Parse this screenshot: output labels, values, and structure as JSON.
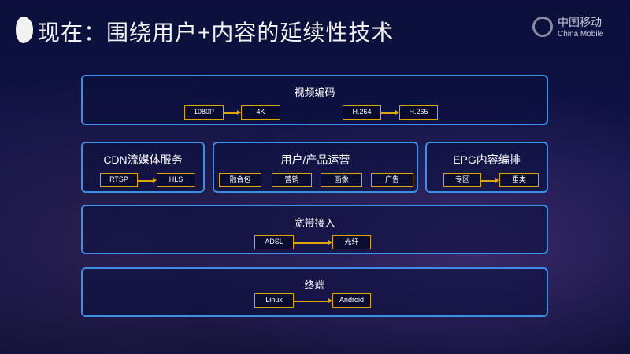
{
  "header": {
    "title": "现在：围绕用户+内容的延续性技术",
    "brand_cn": "中国移动",
    "brand_en": "China Mobile"
  },
  "video": {
    "title": "视频编码",
    "chips": [
      "1080P",
      "4K",
      "H.264",
      "H.265"
    ]
  },
  "cdn": {
    "title": "CDN流媒体服务",
    "chips": [
      "RTSP",
      "HLS"
    ]
  },
  "ops": {
    "title": "用户/产品运营",
    "chips": [
      "融合包",
      "营销",
      "画像",
      "广告"
    ]
  },
  "epg": {
    "title": "EPG内容编排",
    "chips": [
      "专区",
      "垂类"
    ]
  },
  "broadband": {
    "title": "宽带接入",
    "chips": [
      "ADSL",
      "光纤"
    ]
  },
  "terminal": {
    "title": "终端",
    "chips": [
      "Linux",
      "Android"
    ]
  },
  "colors": {
    "box_border": "#3b8fe6",
    "chip_border": "#e0a400"
  }
}
